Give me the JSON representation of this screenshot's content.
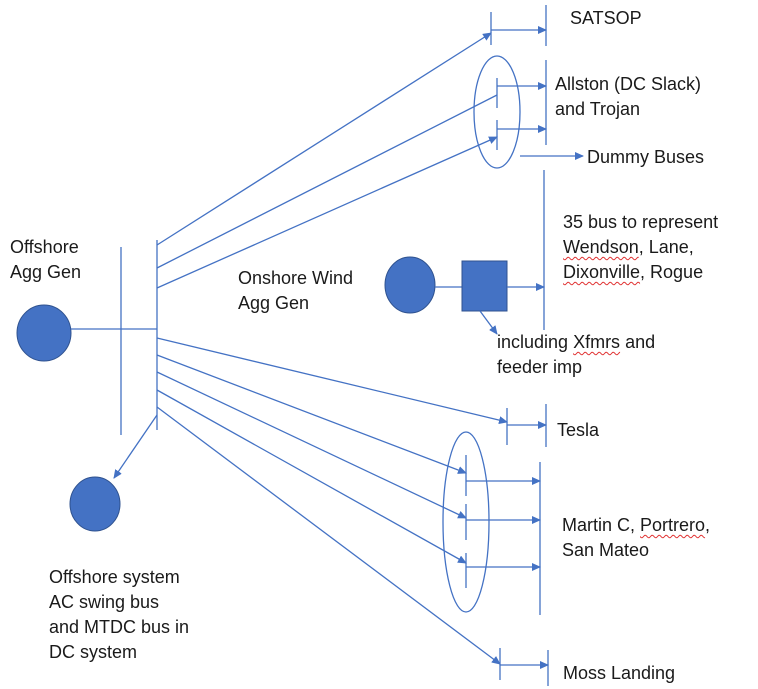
{
  "labels": {
    "satsop": "SATSOP",
    "allston_1": "Allston (DC Slack)",
    "allston_2": "and Trojan",
    "dummy": "Dummy Buses",
    "b35_1": "35 bus to represent",
    "b35_2a": "Wendson",
    "b35_2b": ", Lane,",
    "b35_3a": "Dixonville",
    "b35_3b": ", Rogue",
    "offshore_1": "Offshore",
    "offshore_2": "Agg Gen",
    "onshore_1": "Onshore Wind",
    "onshore_2": "Agg Gen",
    "incl_1a": "including ",
    "incl_1b": "Xfmrs",
    "incl_1c": " and",
    "incl_2": "feeder imp",
    "tesla": "Tesla",
    "martin_1a": "Martin C, ",
    "martin_1b": "Portrero",
    "martin_1c": ",",
    "martin_2": "San Mateo",
    "offsys_1": "Offshore system",
    "offsys_2": "AC swing bus",
    "offsys_3": "and MTDC bus in",
    "offsys_4": "DC system",
    "moss": "Moss Landing"
  },
  "colors": {
    "shape": "#4472C4",
    "text": "#1a1a1a",
    "spellcheck": "#e03030"
  }
}
